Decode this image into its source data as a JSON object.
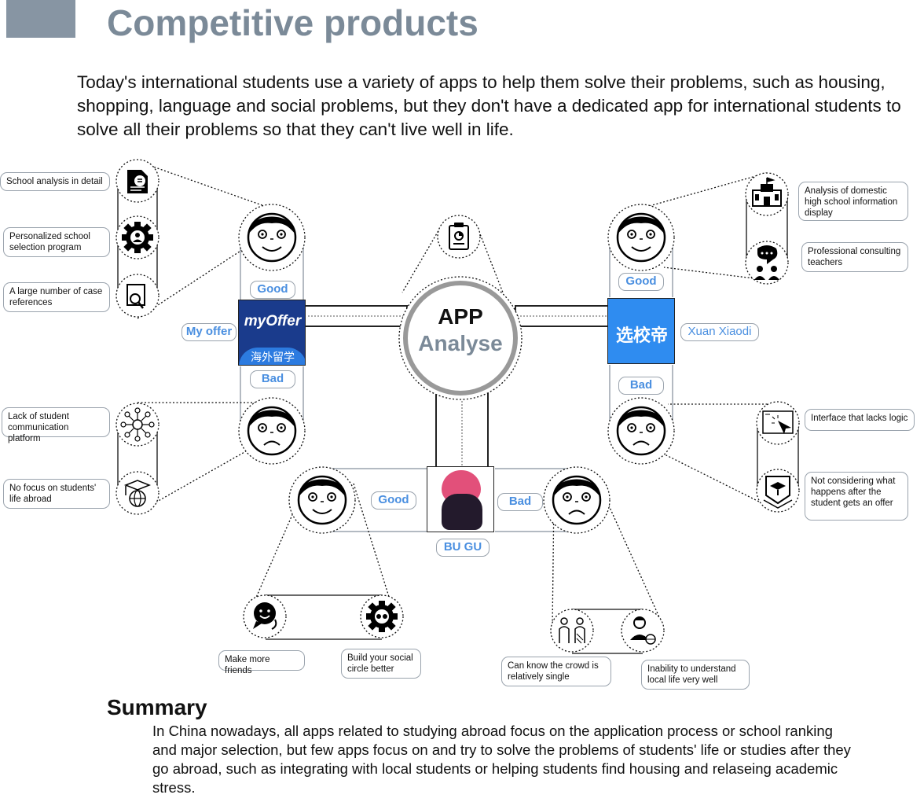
{
  "header": {
    "title": "Competitive products"
  },
  "intro": "Today's international students use a variety of apps to help them solve their problems, such as housing, shopping, language and social problems, but they don't have a dedicated app for international students to solve all their problems so that they can't live well in life.",
  "center": {
    "line1": "APP",
    "line2": "Analyse"
  },
  "apps": {
    "myoffer": {
      "name": "My offer",
      "logo_text": "myOffer",
      "logo_subtext": "海外留学",
      "good_label": "Good",
      "bad_label": "Bad",
      "good_points": [
        "School analysis in detail",
        "Personalized school selection program",
        "A large number of case references"
      ],
      "bad_points": [
        "Lack of student communication platform",
        "No focus on students' life abroad"
      ]
    },
    "xuanxiaodi": {
      "name": "Xuan Xiaodi",
      "logo_text": "选校帝",
      "good_label": "Good",
      "bad_label": "Bad",
      "good_points": [
        "Analysis of domestic high school information display",
        "Professional consulting teachers"
      ],
      "bad_points": [
        "Interface that lacks logic",
        "Not considering what happens after the student gets an offer"
      ]
    },
    "bugu": {
      "name": "BU  GU",
      "good_label": "Good",
      "bad_label": "Bad",
      "good_points": [
        "Make more friends",
        "Build your social circle better"
      ],
      "bad_points": [
        "Can know the crowd is relatively single",
        "Inability to understand local life very well"
      ]
    }
  },
  "summary": {
    "title": "Summary",
    "body": "In China nowadays, all apps related to studying abroad focus on the application process or school ranking and major selection, but few apps focus on and try to solve the problems of students' life or studies after they go abroad, such as integrating with local students or helping students find housing and relaseing academic stress."
  },
  "colors": {
    "accent_blue": "#4a8fe0",
    "title_gray": "#7b8a98",
    "myoffer_blue": "#1a3b8c",
    "xuan_blue": "#2f8cf0",
    "bugu_pink": "#e2507a",
    "bugu_dark": "#231a2c"
  }
}
